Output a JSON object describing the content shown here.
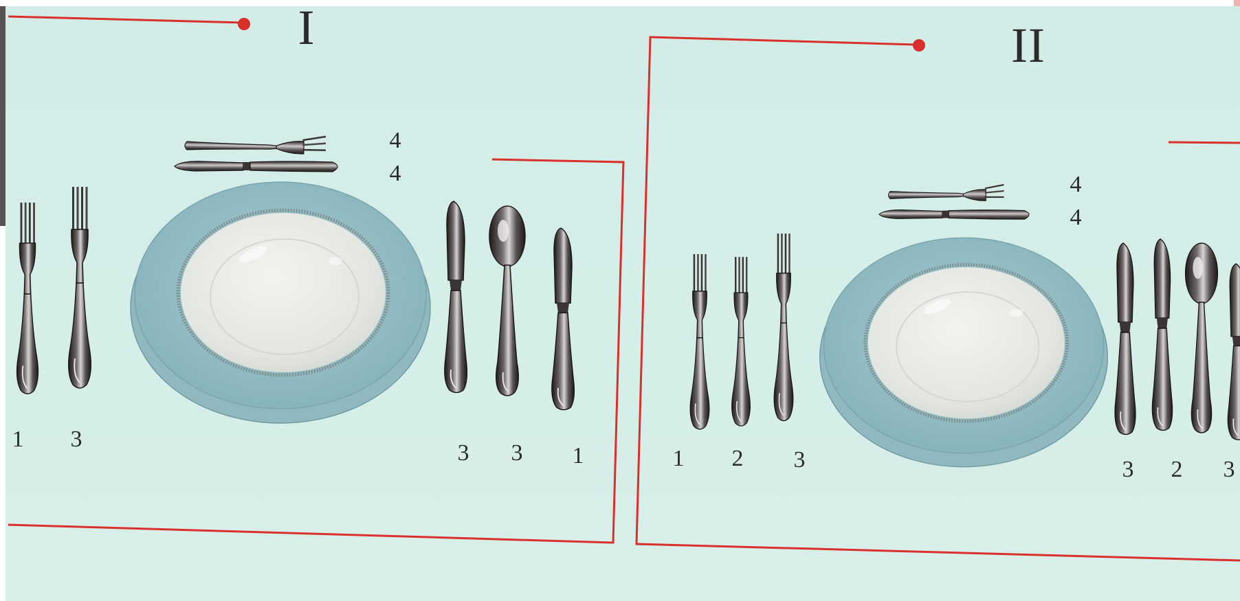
{
  "panels": [
    {
      "numeral": "I",
      "left_labels": [
        "1",
        "3"
      ],
      "top_labels": [
        "4",
        "4"
      ],
      "right_labels": [
        "3",
        "3",
        "1"
      ]
    },
    {
      "numeral": "II",
      "left_labels": [
        "1",
        "2",
        "3"
      ],
      "top_labels": [
        "4",
        "4"
      ],
      "right_labels": [
        "3",
        "2",
        "3"
      ]
    }
  ],
  "colors": {
    "background": "#d4ede7",
    "frame_line": "#d9302b",
    "plate_rim": "#8fbcc4",
    "plate_center": "#eef0ec",
    "cutlery": "#3a3434",
    "text": "#2b2b2b"
  }
}
